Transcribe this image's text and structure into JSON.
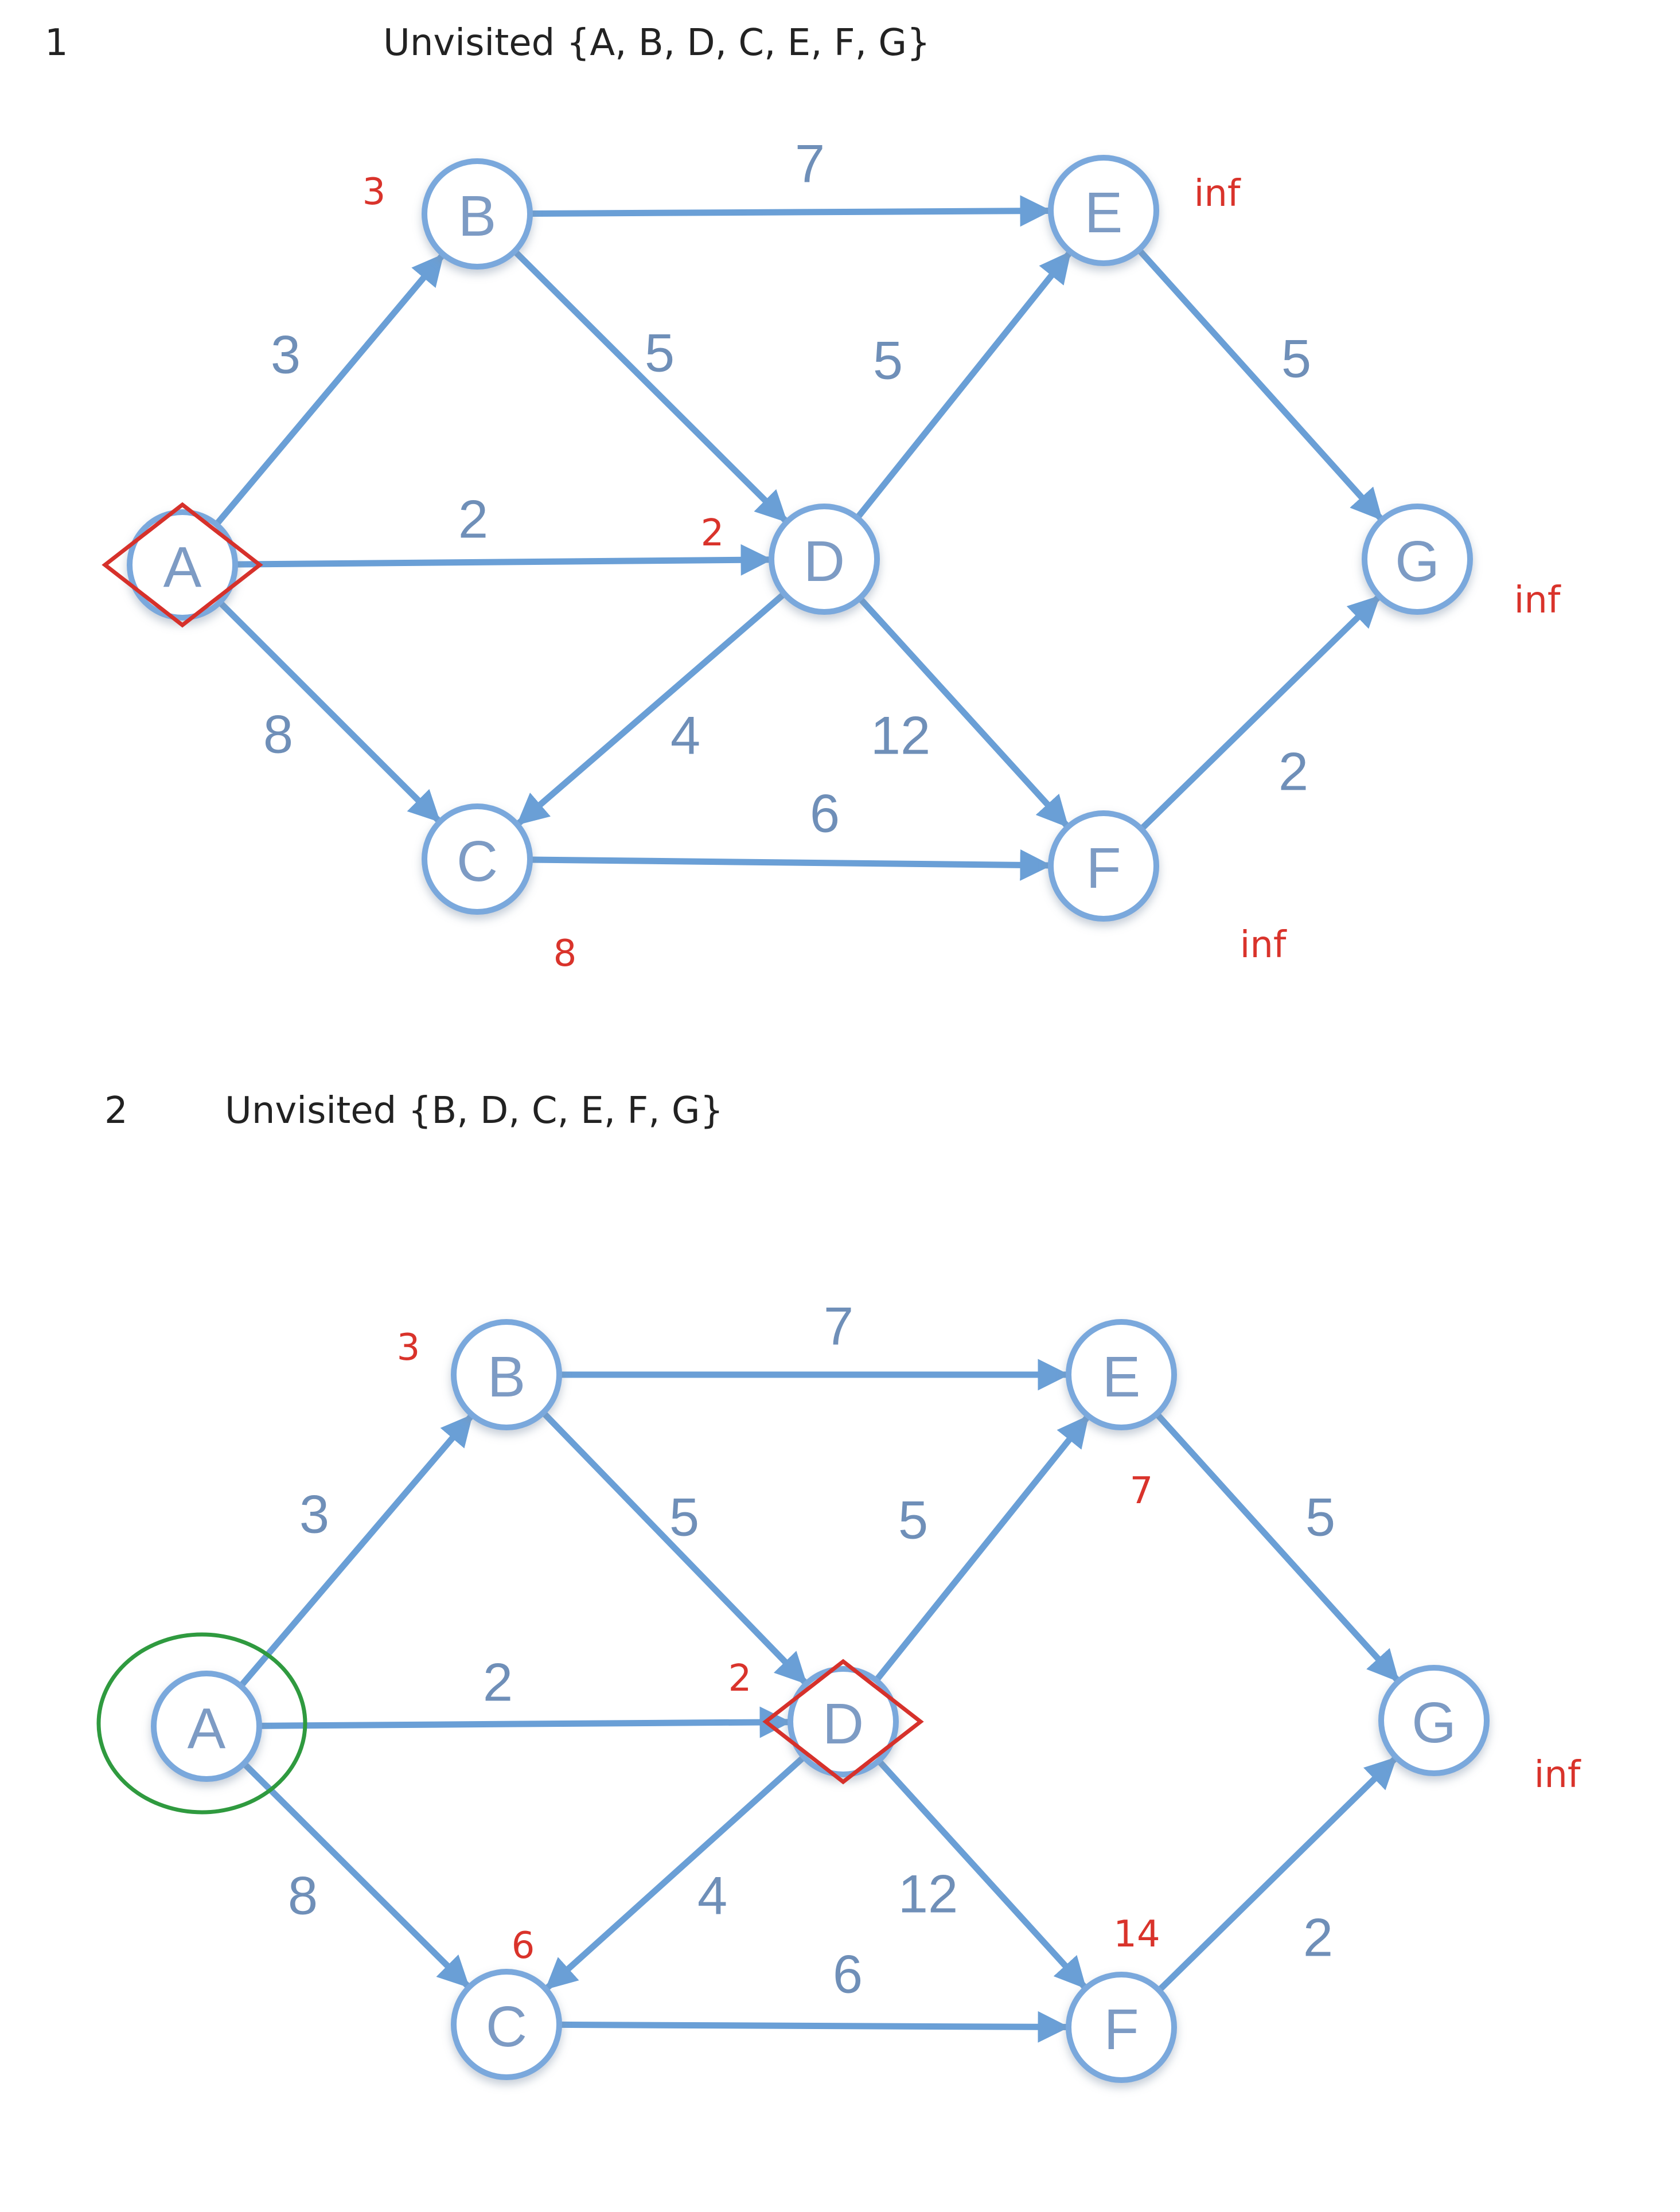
{
  "colors": {
    "edge": "#6a9fd6",
    "node_border": "#7aa8dc",
    "node_text": "#7d9bc4",
    "distance_text": "#d9332b",
    "current_marker": "#d6312b",
    "visited_marker": "#2f9a3f"
  },
  "steps": [
    {
      "number": "1",
      "unvisited": "Unvisited {A, B, D, C, E, F, G}",
      "current": "A",
      "visited": [],
      "nodes": [
        "A",
        "B",
        "C",
        "D",
        "E",
        "F",
        "G"
      ],
      "edges": [
        {
          "from": "A",
          "to": "B",
          "weight": "3"
        },
        {
          "from": "A",
          "to": "D",
          "weight": "2"
        },
        {
          "from": "A",
          "to": "C",
          "weight": "8"
        },
        {
          "from": "B",
          "to": "E",
          "weight": "7"
        },
        {
          "from": "B",
          "to": "D",
          "weight": "5"
        },
        {
          "from": "D",
          "to": "E",
          "weight": "5"
        },
        {
          "from": "D",
          "to": "C",
          "weight": "4"
        },
        {
          "from": "D",
          "to": "F",
          "weight": "12"
        },
        {
          "from": "C",
          "to": "F",
          "weight": "6"
        },
        {
          "from": "E",
          "to": "G",
          "weight": "5"
        },
        {
          "from": "F",
          "to": "G",
          "weight": "2"
        }
      ],
      "distances": {
        "B": "3",
        "D": "2",
        "C": "8",
        "E": "inf",
        "F": "inf",
        "G": "inf"
      }
    },
    {
      "number": "2",
      "unvisited": "Unvisited {B, D, C, E, F, G}",
      "current": "D",
      "visited": [
        "A"
      ],
      "nodes": [
        "A",
        "B",
        "C",
        "D",
        "E",
        "F",
        "G"
      ],
      "edges": [
        {
          "from": "A",
          "to": "B",
          "weight": "3"
        },
        {
          "from": "A",
          "to": "D",
          "weight": "2"
        },
        {
          "from": "A",
          "to": "C",
          "weight": "8"
        },
        {
          "from": "B",
          "to": "E",
          "weight": "7"
        },
        {
          "from": "B",
          "to": "D",
          "weight": "5"
        },
        {
          "from": "D",
          "to": "E",
          "weight": "5"
        },
        {
          "from": "D",
          "to": "C",
          "weight": "4"
        },
        {
          "from": "D",
          "to": "F",
          "weight": "12"
        },
        {
          "from": "C",
          "to": "F",
          "weight": "6"
        },
        {
          "from": "E",
          "to": "G",
          "weight": "5"
        },
        {
          "from": "F",
          "to": "G",
          "weight": "2"
        }
      ],
      "distances": {
        "B": "3",
        "D": "2",
        "C": "6",
        "E": "7",
        "F": "14",
        "G": "inf"
      }
    }
  ]
}
